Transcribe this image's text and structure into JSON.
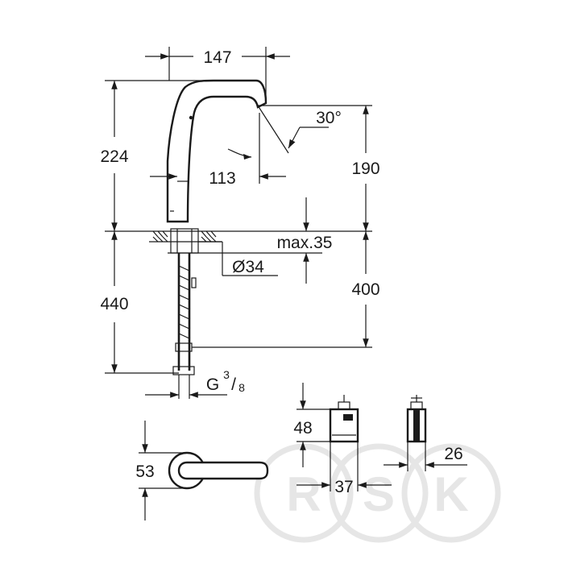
{
  "drawing": {
    "dimensions": {
      "spout_width": "147",
      "total_height": "224",
      "spout_angle": "30°",
      "outlet_height": "190",
      "spout_reach": "113",
      "max_thickness": "max.35",
      "hole_diameter": "Ø34",
      "hose_length_left": "440",
      "hose_length_right": "400",
      "connection_thread": "G",
      "thread_numerator": "3",
      "thread_slash": "/",
      "thread_denominator": "8",
      "box_height": "48",
      "base_depth": "53",
      "box_width": "37",
      "box_depth": "26"
    },
    "watermark": {
      "letters": [
        "R",
        "S",
        "K"
      ]
    }
  }
}
